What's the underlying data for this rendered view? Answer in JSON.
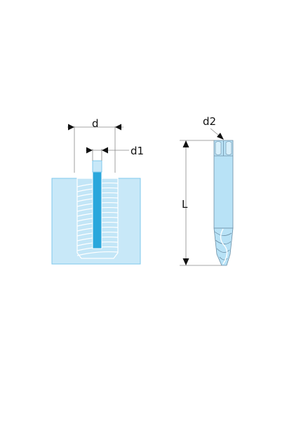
{
  "labels": {
    "d": "d",
    "d1": "d1",
    "d2": "d2",
    "L": "L"
  },
  "colors": {
    "block_fill": "#c8e8f8",
    "block_edge": "#7ec8ec",
    "thread_fill": "#c3e6f7",
    "thread_line": "#ffffff",
    "core": "#2aa7dc",
    "tool_fill": "#b8e2f6",
    "tool_edge": "#6c8fa6",
    "dimension_line": "#888888",
    "arrow": "#111111"
  },
  "icons": {
    "arrowhead": "filled-triangle-arrow"
  }
}
